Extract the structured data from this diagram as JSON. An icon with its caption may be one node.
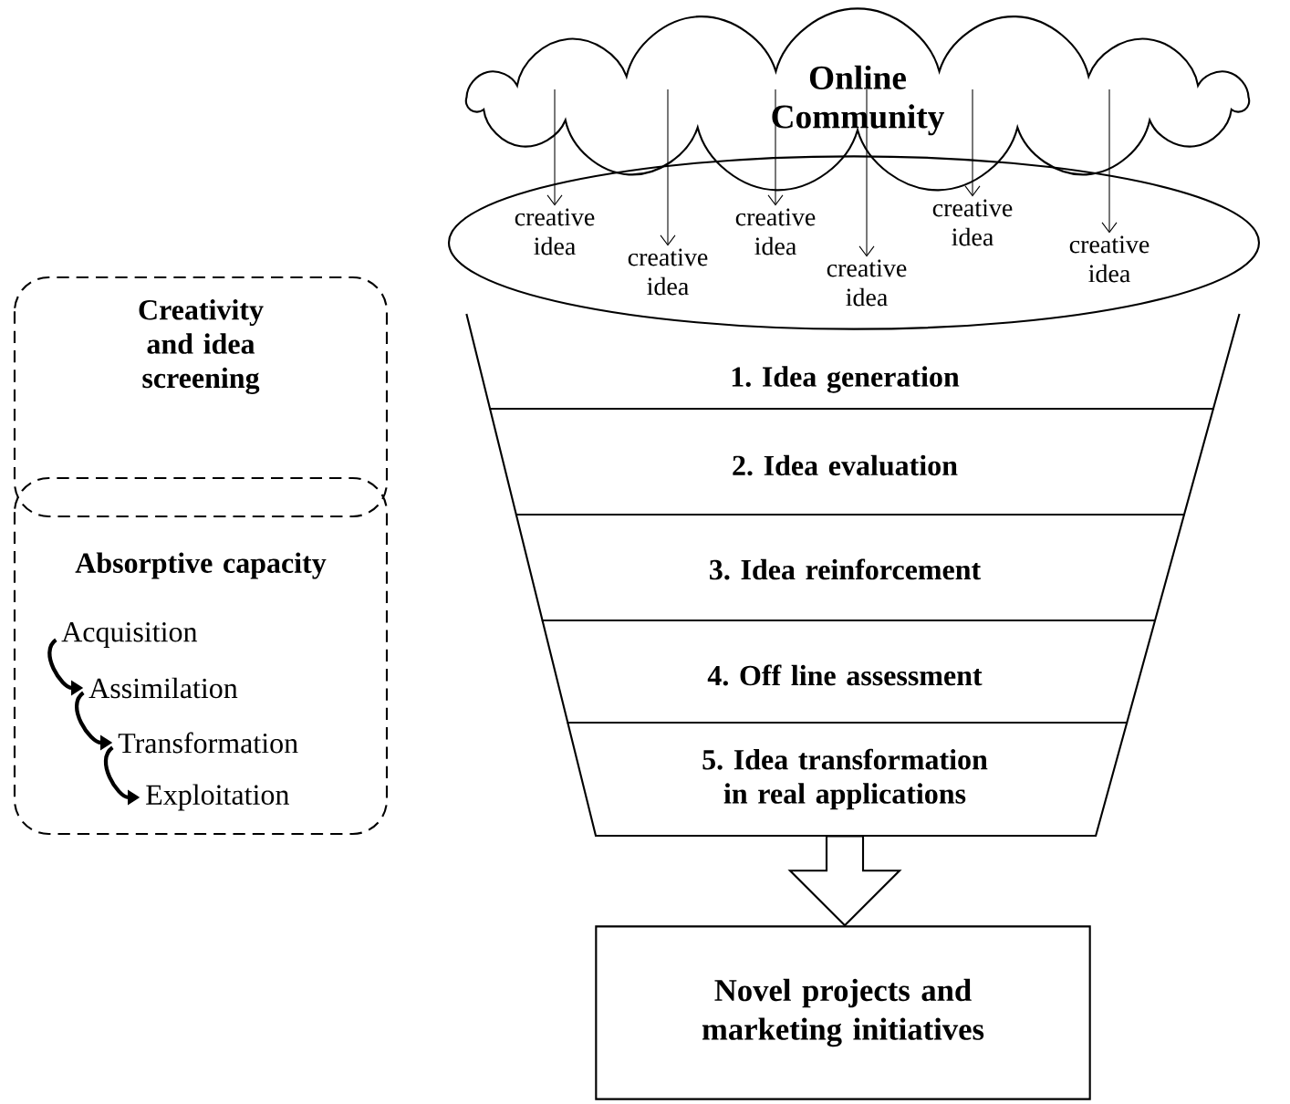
{
  "diagram": {
    "nodes": [
      {
        "text": [
          "Online Community"
        ]
      },
      {
        "text": [],
        "shape": "ellipse"
      },
      {
        "text": [
          "creative idea"
        ],
        "in": 1
      },
      {
        "text": [
          "creative idea"
        ],
        "in": 1
      },
      {
        "text": [
          "creative idea"
        ],
        "in": 1
      },
      {
        "text": [
          "creative idea"
        ],
        "in": 1
      },
      {
        "text": [
          "creative idea"
        ],
        "in": 1
      },
      {
        "text": [
          "creative idea"
        ],
        "in": 1
      },
      {
        "text": [
          "1. Idea generation"
        ]
      },
      {
        "text": [
          "2. Idea evaluation"
        ]
      },
      {
        "text": [
          "3. Idea reinforcement"
        ]
      },
      {
        "text": [
          "4. Off line assessment"
        ]
      },
      {
        "text": [
          "5. Idea transformation in real applications"
        ]
      },
      {
        "text": [
          "Creativity and idea screening"
        ]
      },
      {
        "text": [
          "Absorptive capacity"
        ]
      },
      {
        "text": [
          "Acquisition"
        ],
        "in": 14
      },
      {
        "text": [
          "Assimilation"
        ],
        "in": 14
      },
      {
        "text": [
          "Transformation"
        ],
        "in": 14
      },
      {
        "text": [
          "Exploitation"
        ],
        "in": 14
      },
      {
        "text": [
          "Novel projects and marketing initiatives"
        ]
      }
    ],
    "edges": [
      {
        "from": 0,
        "to": 2,
        "arrow": "to"
      },
      {
        "from": 0,
        "to": 3,
        "arrow": "to"
      },
      {
        "from": 0,
        "to": 4,
        "arrow": "to"
      },
      {
        "from": 0,
        "to": 5,
        "arrow": "to"
      },
      {
        "from": 0,
        "to": 6,
        "arrow": "to"
      },
      {
        "from": 0,
        "to": 7,
        "arrow": "to"
      },
      {
        "from": 15,
        "to": 16,
        "arrow": "to",
        "style": "thick"
      },
      {
        "from": 16,
        "to": 17,
        "arrow": "to",
        "style": "thick"
      },
      {
        "from": 17,
        "to": 18,
        "arrow": "to",
        "style": "thick"
      },
      {
        "from": 12,
        "to": 19,
        "arrow": "to",
        "style": "thick"
      }
    ]
  }
}
